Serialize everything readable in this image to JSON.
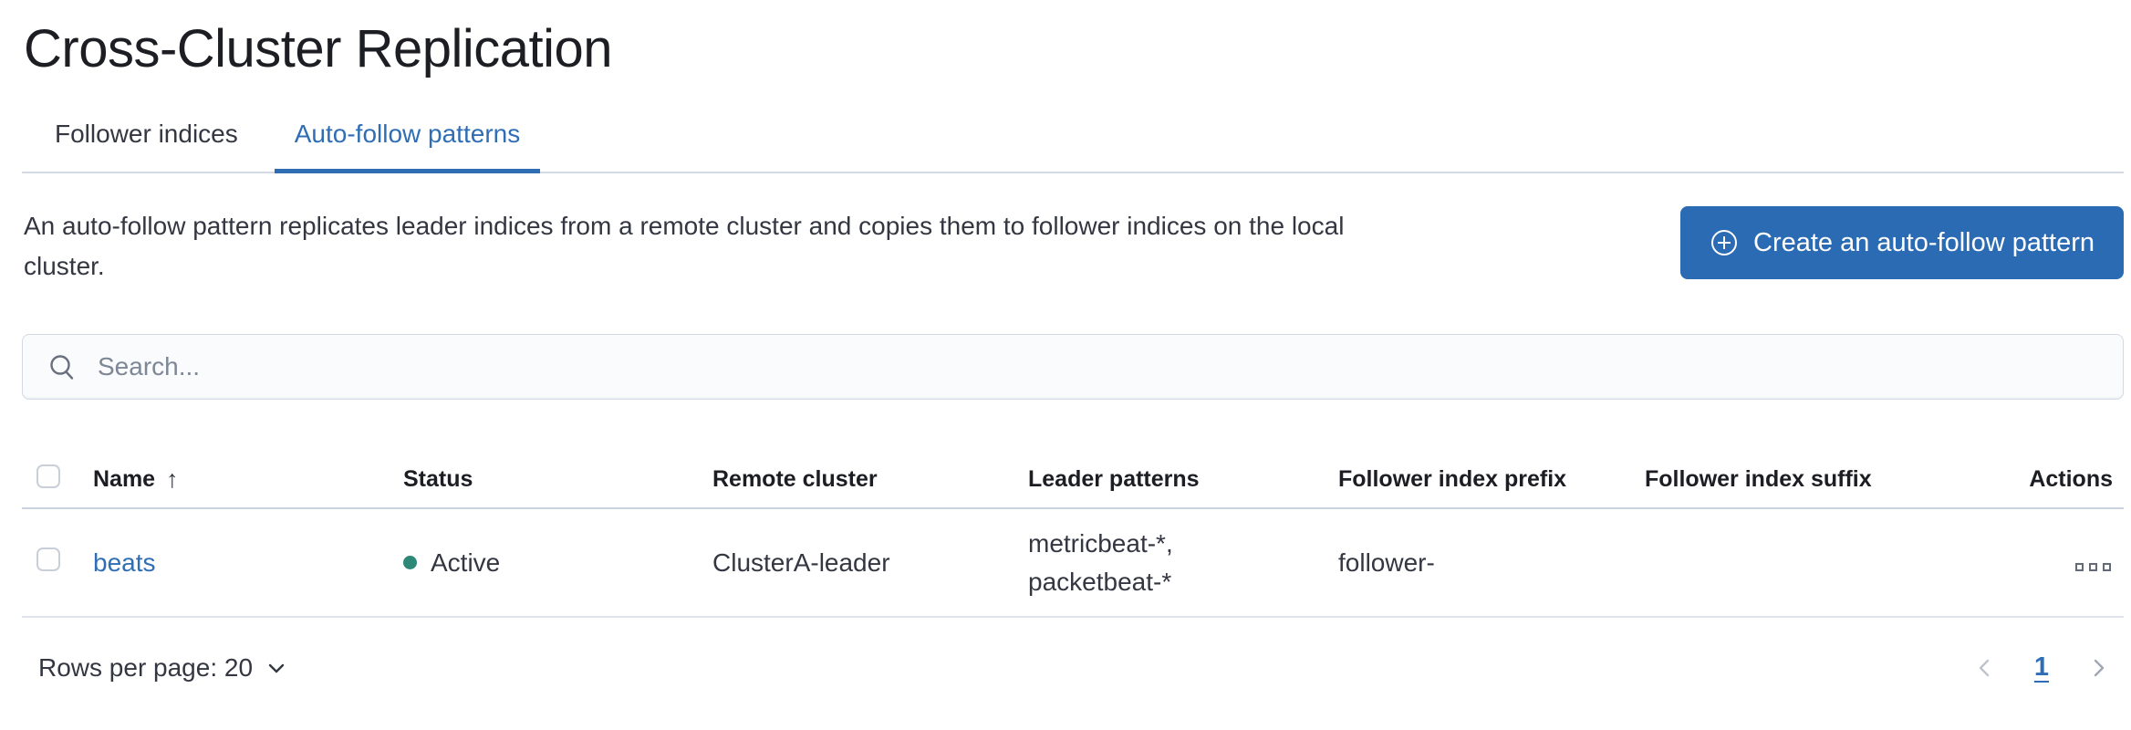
{
  "page": {
    "title": "Cross-Cluster Replication"
  },
  "tabs": [
    {
      "label": "Follower indices",
      "active": false
    },
    {
      "label": "Auto-follow patterns",
      "active": true
    }
  ],
  "description": "An auto-follow pattern replicates leader indices from a remote cluster and copies them to follower indices on the local cluster.",
  "create_button": {
    "label": "Create an auto-follow pattern",
    "icon": "plus-in-circle-icon"
  },
  "search": {
    "placeholder": "Search...",
    "icon": "search-icon"
  },
  "table": {
    "columns": [
      "Name",
      "Status",
      "Remote cluster",
      "Leader patterns",
      "Follower index prefix",
      "Follower index suffix",
      "Actions"
    ],
    "sort": {
      "column": "Name",
      "direction": "ascending",
      "icon": "sort-up-arrow",
      "glyph": "↑"
    },
    "rows": [
      {
        "name": "beats",
        "status": "Active",
        "remote_cluster": "ClusterA-leader",
        "leader_patterns": "metricbeat-*, packetbeat-*",
        "follower_index_prefix": "follower-",
        "follower_index_suffix": "",
        "actions_icon": "boxes-horizontal-icon"
      }
    ]
  },
  "footer": {
    "rows_per_page_label": "Rows per page: 20",
    "pagination": {
      "prev_icon": "chevron-left",
      "current_page": "1",
      "next_icon": "chevron-right"
    }
  },
  "colors": {
    "accent_blue": "#2f6eb5",
    "button_blue": "#2a6bb4",
    "tab_underline": "#2e6cb3",
    "status_active_dot": "#2e8877",
    "border_gray": "#d3dae6",
    "text_dark": "#1d1e24",
    "text_body": "#343741",
    "placeholder_gray": "#7d8796"
  }
}
